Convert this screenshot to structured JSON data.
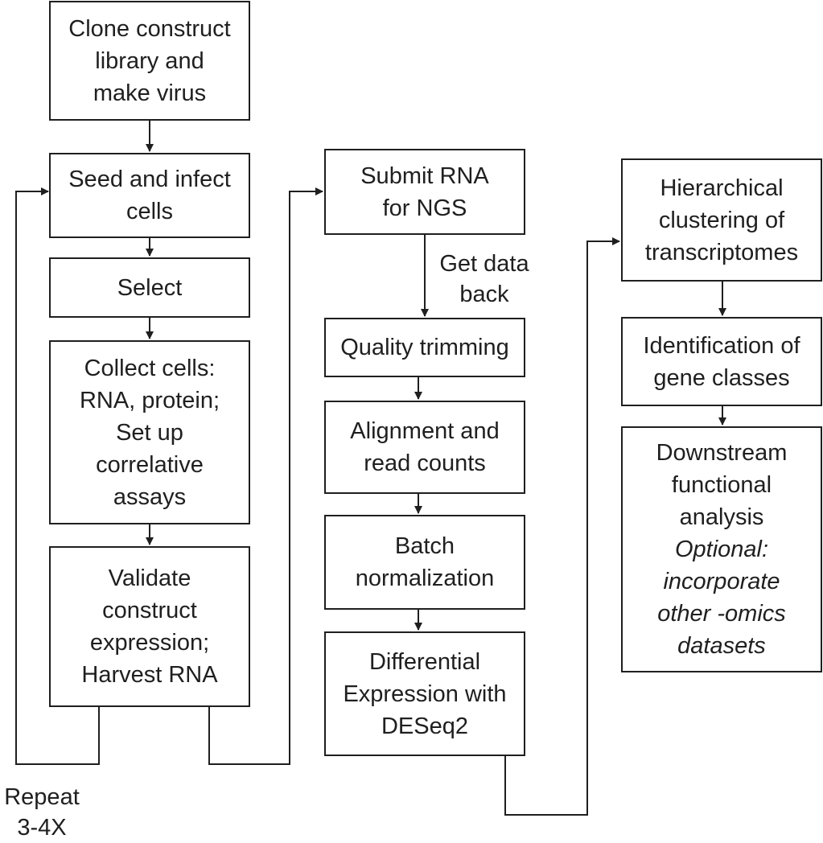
{
  "column1": {
    "clone": [
      "Clone construct",
      "library and",
      "make virus"
    ],
    "seed": [
      "Seed and infect",
      "cells"
    ],
    "select": [
      "Select"
    ],
    "collect": [
      "Collect cells:",
      "RNA, protein;",
      "Set up",
      "correlative",
      "assays"
    ],
    "validate": [
      "Validate",
      "construct",
      "expression;",
      "Harvest RNA"
    ],
    "repeat_label": [
      "Repeat",
      "3-4X"
    ]
  },
  "column2": {
    "submit": [
      "Submit RNA",
      "for NGS"
    ],
    "get_data_label": [
      "Get data",
      "back"
    ],
    "quality": [
      "Quality trimming"
    ],
    "alignment": [
      "Alignment and",
      "read counts"
    ],
    "batch": [
      "Batch",
      "normalization"
    ],
    "differential": [
      "Differential",
      "Expression with",
      "DESeq2"
    ]
  },
  "column3": {
    "hierarchical": [
      "Hierarchical",
      "clustering of",
      "transcriptomes"
    ],
    "identification": [
      "Identification of",
      "gene classes"
    ],
    "downstream": [
      "Downstream",
      "functional",
      "analysis"
    ],
    "downstream_optional": [
      "Optional:",
      "incorporate",
      "other -omics",
      "datasets"
    ]
  },
  "colors": {
    "stroke": "#1f1f1f",
    "background": "#ffffff"
  }
}
